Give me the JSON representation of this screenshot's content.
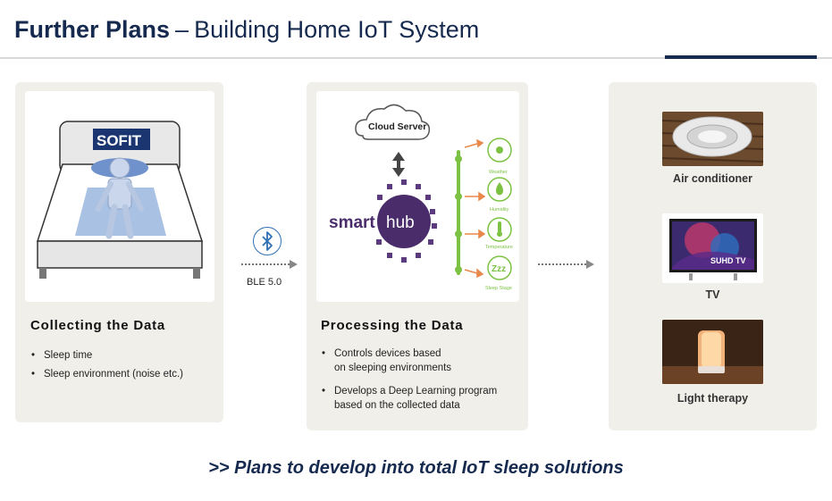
{
  "header": {
    "title_bold": "Further Plans",
    "separator": "–",
    "title_rest": "Building Home IoT System"
  },
  "collect": {
    "logo_text": "SOFIT",
    "title": "Collecting the Data",
    "bullets": [
      "Sleep time",
      "Sleep environment (noise etc.)"
    ]
  },
  "connection": {
    "label": "BLE 5.0",
    "icon": "bluetooth-icon"
  },
  "process": {
    "cloud_label": "Cloud Server",
    "hub_text_1": "smart",
    "hub_text_2": "hub",
    "sensors": [
      {
        "label": "Weather",
        "icon": "weather-icon"
      },
      {
        "label": "Humidity",
        "icon": "humidity-icon"
      },
      {
        "label": "Temperature",
        "icon": "temperature-icon"
      },
      {
        "label": "Sleep Stage",
        "icon": "sleep-stage-icon"
      }
    ],
    "sensor_zzz": "Zzz",
    "title": "Processing the Data",
    "bullets": [
      {
        "line1": "Controls devices based",
        "line2": "on sleeping environments"
      },
      {
        "line1": "Develops a Deep Learning program",
        "line2": "based on the collected data"
      }
    ]
  },
  "devices": {
    "items": [
      {
        "label": "Air conditioner"
      },
      {
        "label": "TV",
        "screen_text": "SUHD TV"
      },
      {
        "label": "Light therapy"
      }
    ]
  },
  "colors": {
    "navy": "#152a4e",
    "panel_bg": "#f0efea",
    "hub_purple": "#4a2c6b",
    "sensor_green": "#7cc242",
    "sensor_orange": "#e8884a",
    "bluetooth_blue": "#2f6fb5"
  },
  "footer": ">> Plans to develop into total IoT sleep solutions"
}
